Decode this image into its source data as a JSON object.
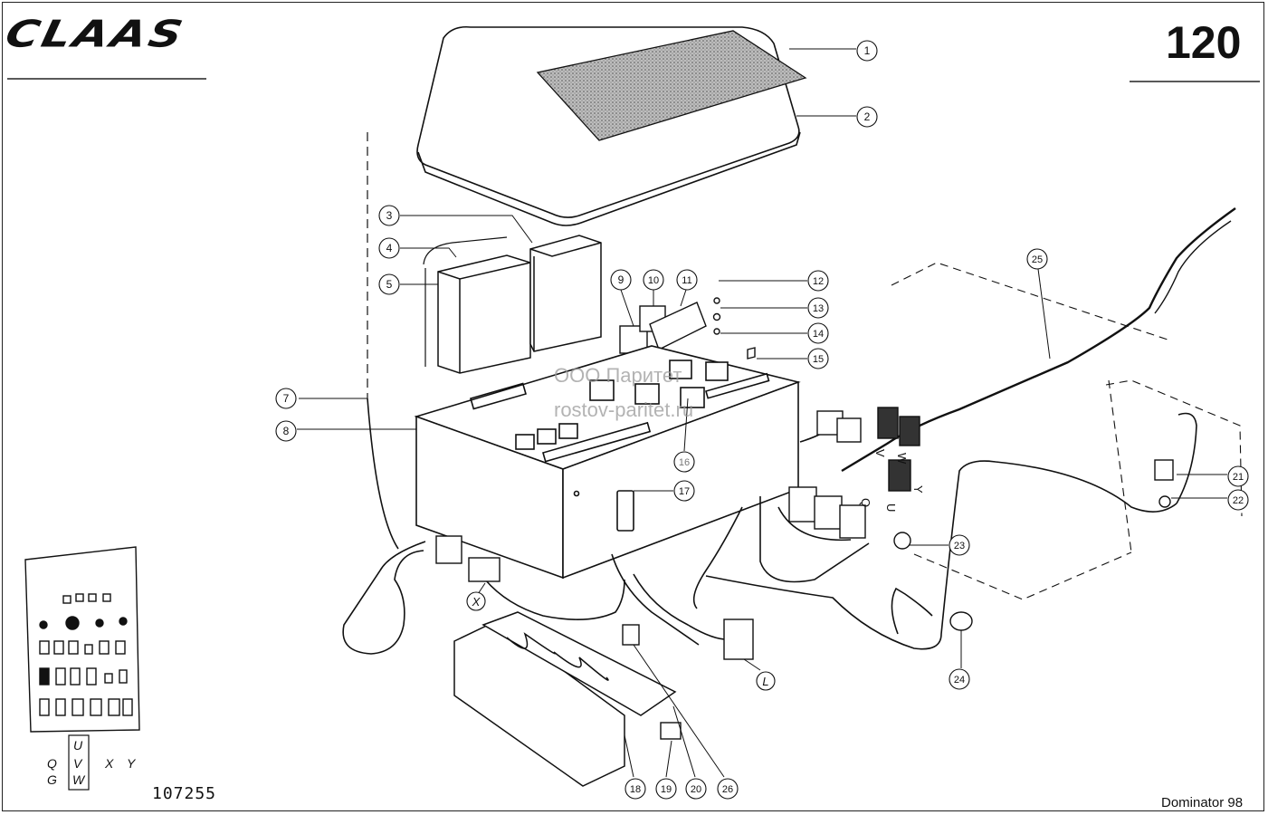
{
  "header": {
    "brand": "CLAAS",
    "page_number": "120"
  },
  "footer": {
    "drawing_number": "107255",
    "model": "Dominator 98"
  },
  "watermark": {
    "line1": "ООО Паритет",
    "line2": "rostov-paritet.ru"
  },
  "callouts": [
    "1",
    "2",
    "3",
    "4",
    "5",
    "7",
    "8",
    "9",
    "10",
    "11",
    "12",
    "13",
    "14",
    "15",
    "16",
    "17",
    "18",
    "19",
    "20",
    "21",
    "22",
    "23",
    "24",
    "25",
    "26"
  ],
  "connector_markers": [
    "X",
    "L"
  ],
  "wire_labels": [
    "V",
    "W",
    "Q",
    "U",
    "Y"
  ],
  "legend": {
    "letters_left": [
      "Q",
      "G"
    ],
    "letters_box": [
      "U",
      "V",
      "W"
    ],
    "letters_right": [
      "X",
      "Y"
    ]
  }
}
